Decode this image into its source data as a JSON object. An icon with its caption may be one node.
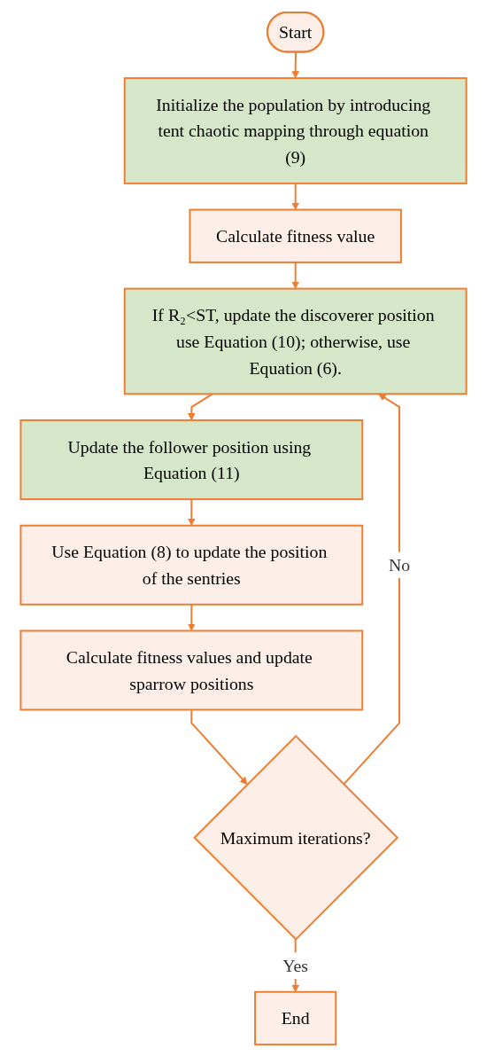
{
  "diagram": {
    "nodes": [
      {
        "text": [
          "Start"
        ]
      },
      {
        "text": [
          "Initialize the population by introducing tent chaotic mapping through equation (9)"
        ]
      },
      {
        "text": [
          "Calculate fitness value"
        ]
      },
      {
        "text": [
          "If R₂<ST, update the discoverer position use Equation (10); otherwise, use Equation (6)."
        ]
      },
      {
        "text": [
          "Update the follower position using Equation (11)"
        ]
      },
      {
        "text": [
          "Use Equation (8) to update the position of the sentries"
        ]
      },
      {
        "text": [
          "Calculate fitness values and update sparrow positions"
        ]
      },
      {
        "text": [
          "Maximum iterations?"
        ]
      },
      {
        "text": [
          "End"
        ]
      }
    ],
    "edges": [
      {
        "from": 0,
        "to": 1,
        "arrow": "to"
      },
      {
        "from": 1,
        "to": 2,
        "arrow": "to"
      },
      {
        "from": 2,
        "to": 3,
        "arrow": "to"
      },
      {
        "from": 3,
        "to": 4,
        "arrow": "to"
      },
      {
        "from": 4,
        "to": 5,
        "arrow": "to"
      },
      {
        "from": 5,
        "to": 6,
        "arrow": "to"
      },
      {
        "from": 6,
        "to": 7,
        "arrow": "to"
      },
      {
        "from": 7,
        "to": 3,
        "arrow": "to",
        "label": "No"
      },
      {
        "from": 7,
        "to": 8,
        "arrow": "to",
        "label": "Yes"
      }
    ]
  }
}
